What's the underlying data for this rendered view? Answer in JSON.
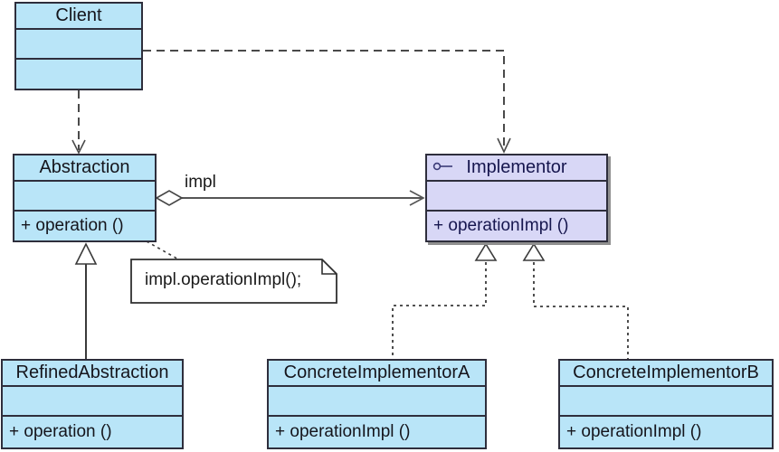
{
  "classes": {
    "client": {
      "name": "Client"
    },
    "abstraction": {
      "name": "Abstraction",
      "operation": "+ operation ()"
    },
    "implementor": {
      "name": "Implementor",
      "operation": "+ operationImpl ()"
    },
    "refined_abstraction": {
      "name": "RefinedAbstraction",
      "operation": "+ operation ()"
    },
    "concrete_implementor_a": {
      "name": "ConcreteImplementorA",
      "operation": "+ operationImpl ()"
    },
    "concrete_implementor_b": {
      "name": "ConcreteImplementorB",
      "operation": "+ operationImpl ()"
    }
  },
  "relationships": {
    "aggregation_label": "impl"
  },
  "note": {
    "text": "impl.operationImpl();"
  },
  "colors": {
    "class_fill": "#b9e5f8",
    "interface_fill": "#d8d7f6",
    "box_border": "#2e2e3c",
    "shadow": "#8f8f8f",
    "note_fill": "#ffffff",
    "connector": "#4a4a4a",
    "lollipop_icon": "#3c3c78"
  },
  "icons": {
    "interface_lollipop": "lollipop-interface-icon"
  }
}
